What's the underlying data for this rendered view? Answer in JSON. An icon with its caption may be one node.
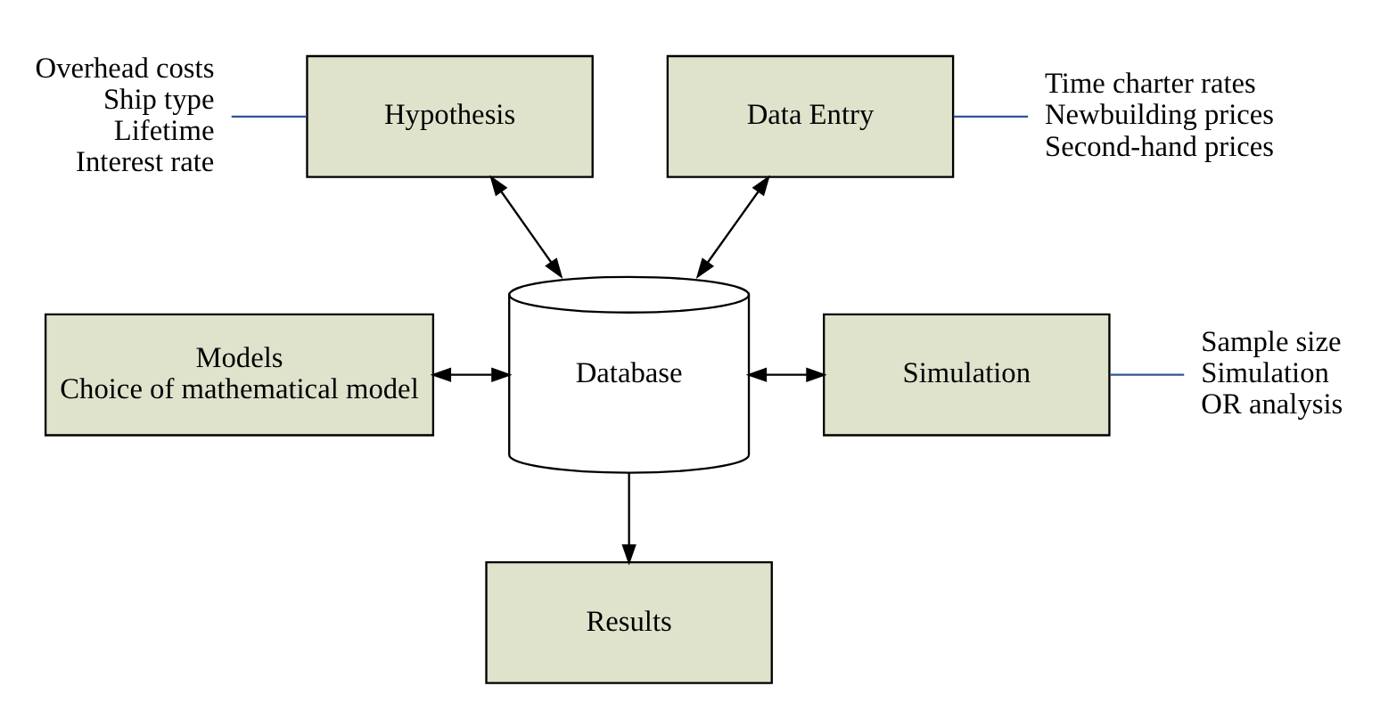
{
  "diagram": {
    "nodes": [
      {
        "text": [
          "Overhead costs",
          "Ship type",
          "Lifetime",
          "Interest rate"
        ]
      },
      {
        "text": [
          "Hypothesis"
        ]
      },
      {
        "text": [
          "Data Entry"
        ]
      },
      {
        "text": [
          "Time charter rates",
          "Newbuilding prices",
          "Second-hand prices"
        ]
      },
      {
        "text": [
          "Models",
          "Choice of mathematical model"
        ]
      },
      {
        "text": [
          "Database"
        ]
      },
      {
        "text": [
          "Simulation"
        ]
      },
      {
        "text": [
          "Sample size",
          "Simulation",
          "OR analysis"
        ]
      },
      {
        "text": [
          "Results"
        ]
      }
    ],
    "edges": [
      {
        "from": 0,
        "to": 1,
        "arrow": "none",
        "color": "#2f5597"
      },
      {
        "from": 2,
        "to": 3,
        "arrow": "none",
        "color": "#2f5597"
      },
      {
        "from": 1,
        "to": 5,
        "arrow": "both"
      },
      {
        "from": 2,
        "to": 5,
        "arrow": "both"
      },
      {
        "from": 4,
        "to": 5,
        "arrow": "both"
      },
      {
        "from": 5,
        "to": 6,
        "arrow": "both"
      },
      {
        "from": 6,
        "to": 7,
        "arrow": "none",
        "color": "#2f5597"
      },
      {
        "from": 5,
        "to": 8,
        "arrow": "to"
      }
    ]
  }
}
